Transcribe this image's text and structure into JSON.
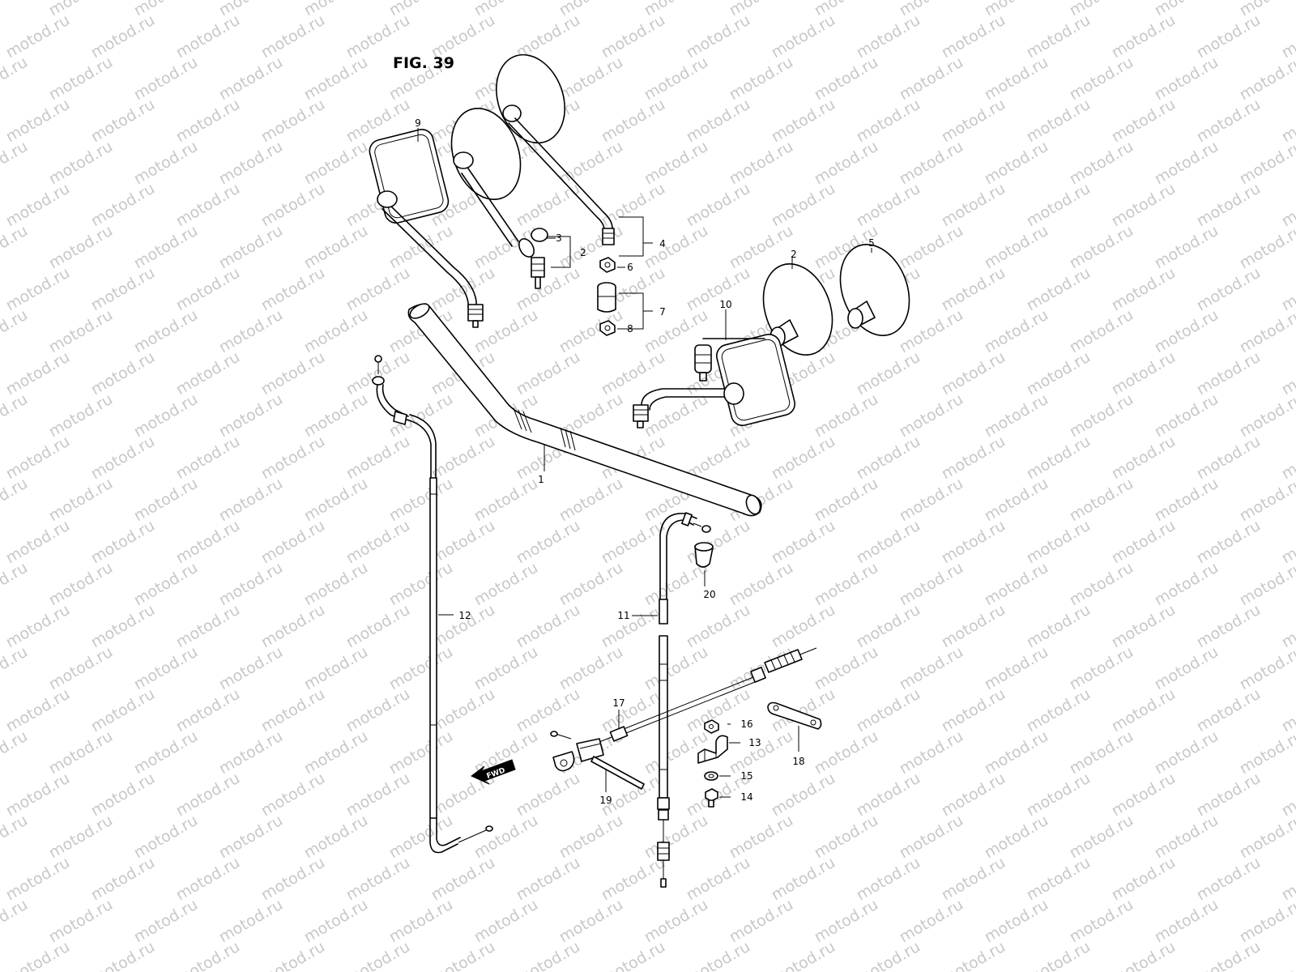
{
  "figure": {
    "title": "FIG. 39"
  },
  "watermark": {
    "text": "motod.ru"
  },
  "direction_marker": {
    "text": "FWD"
  },
  "callouts": [
    {
      "id": "c1",
      "label": "1"
    },
    {
      "id": "c2a",
      "label": "2"
    },
    {
      "id": "c2b",
      "label": "2"
    },
    {
      "id": "c3",
      "label": "3"
    },
    {
      "id": "c4",
      "label": "4"
    },
    {
      "id": "c5",
      "label": "5"
    },
    {
      "id": "c6",
      "label": "6"
    },
    {
      "id": "c7",
      "label": "7"
    },
    {
      "id": "c8",
      "label": "8"
    },
    {
      "id": "c9",
      "label": "9"
    },
    {
      "id": "c10",
      "label": "10"
    },
    {
      "id": "c11",
      "label": "11"
    },
    {
      "id": "c12",
      "label": "12"
    },
    {
      "id": "c13",
      "label": "13"
    },
    {
      "id": "c14",
      "label": "14"
    },
    {
      "id": "c15",
      "label": "15"
    },
    {
      "id": "c16",
      "label": "16"
    },
    {
      "id": "c17",
      "label": "17"
    },
    {
      "id": "c18",
      "label": "18"
    },
    {
      "id": "c19",
      "label": "19"
    },
    {
      "id": "c20",
      "label": "20"
    }
  ]
}
